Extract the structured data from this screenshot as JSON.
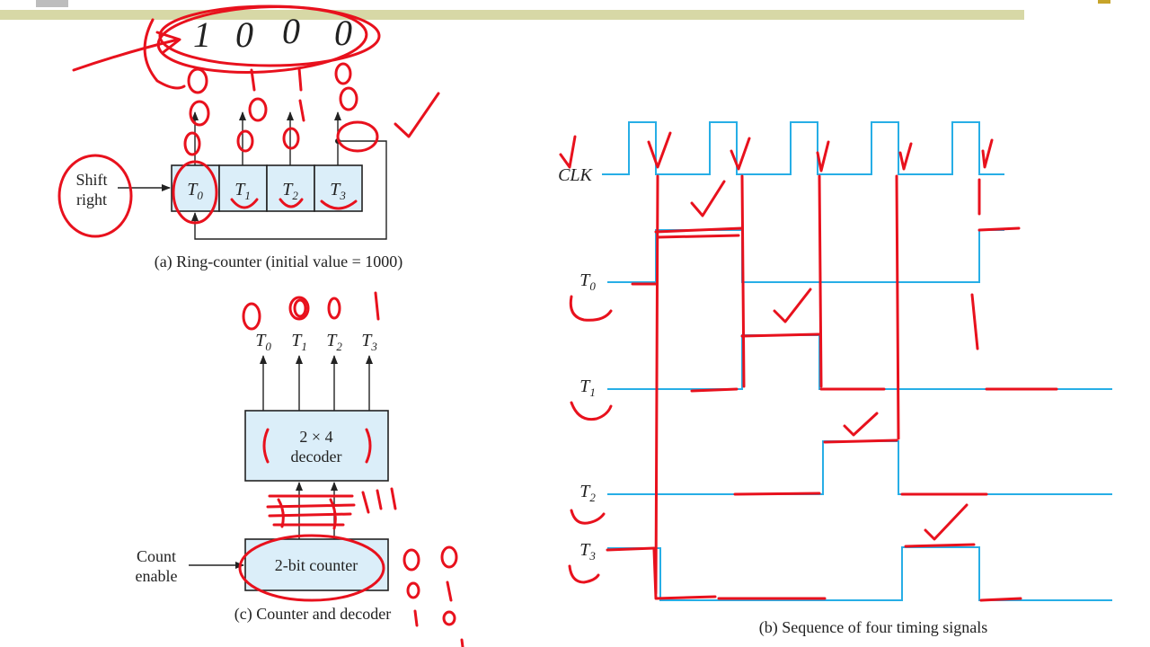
{
  "ring_counter": {
    "input_label_line1": "Shift",
    "input_label_line2": "right",
    "cells": [
      "T",
      "T",
      "T",
      "T"
    ],
    "cell_subscripts": [
      "0",
      "1",
      "2",
      "3"
    ],
    "caption": "(a) Ring-counter (initial value = 1000)"
  },
  "counter_decoder": {
    "outputs": [
      "T",
      "T",
      "T",
      "T"
    ],
    "output_subscripts": [
      "0",
      "1",
      "2",
      "3"
    ],
    "decoder_line1": "2 × 4",
    "decoder_line2": "decoder",
    "counter_label": "2-bit counter",
    "enable_line1": "Count",
    "enable_line2": "enable",
    "caption": "(c) Counter and decoder"
  },
  "timing": {
    "clk_label": "CLK",
    "signals": [
      "T",
      "T",
      "T",
      "T"
    ],
    "signal_subscripts": [
      "0",
      "1",
      "2",
      "3"
    ],
    "caption": "(b) Sequence of four timing signals",
    "signal_color": "#27aee6"
  },
  "annotations": {
    "ink_color": "#e8111d",
    "top_bits": [
      "1",
      "0",
      "0",
      "0"
    ]
  },
  "header": {
    "bar_color": "#d7d8a6"
  }
}
